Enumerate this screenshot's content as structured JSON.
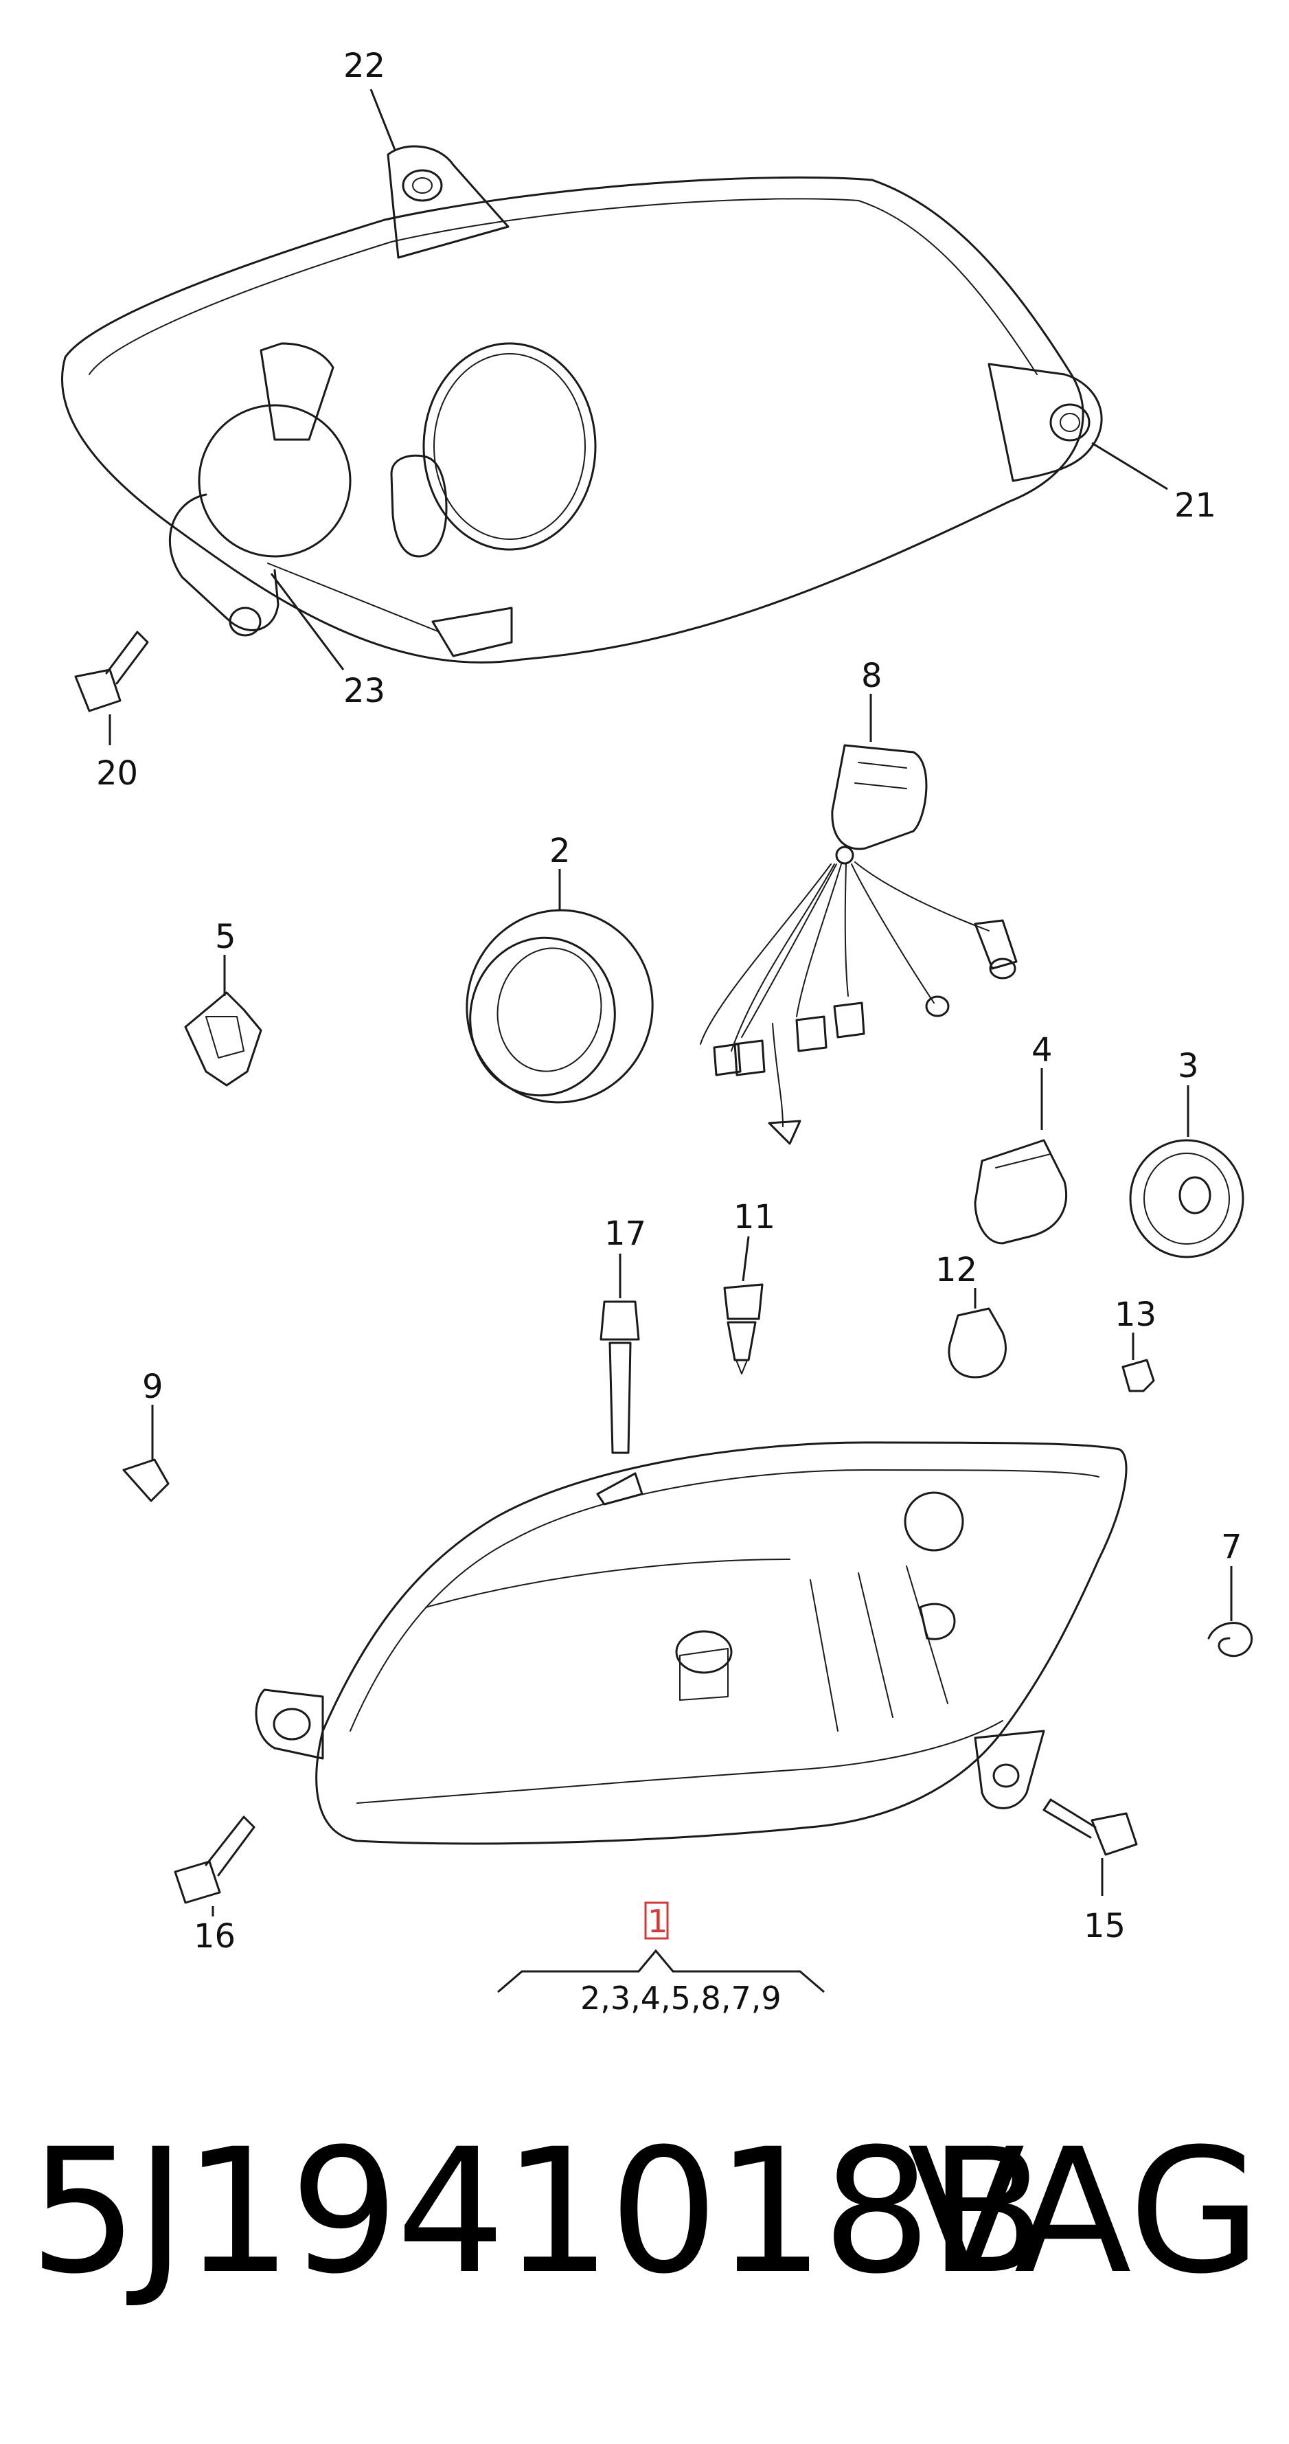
{
  "diagram": {
    "callouts": [
      {
        "id": "22",
        "text": "22"
      },
      {
        "id": "21",
        "text": "21"
      },
      {
        "id": "23",
        "text": "23"
      },
      {
        "id": "20",
        "text": "20"
      },
      {
        "id": "8",
        "text": "8"
      },
      {
        "id": "2",
        "text": "2"
      },
      {
        "id": "5",
        "text": "5"
      },
      {
        "id": "4",
        "text": "4"
      },
      {
        "id": "3",
        "text": "3"
      },
      {
        "id": "17",
        "text": "17"
      },
      {
        "id": "11",
        "text": "11"
      },
      {
        "id": "12",
        "text": "12"
      },
      {
        "id": "13",
        "text": "13"
      },
      {
        "id": "9",
        "text": "9"
      },
      {
        "id": "7",
        "text": "7"
      },
      {
        "id": "16",
        "text": "16"
      },
      {
        "id": "15",
        "text": "15"
      }
    ],
    "highlighted_item": "1",
    "assembly_note": "2,3,4,5,8,7,9"
  },
  "footer": {
    "part_number": "5J1941018B",
    "brand": "VAG"
  },
  "colors": {
    "line": "#1a1a1a",
    "highlight": "#d23a3a",
    "background": "#ffffff"
  }
}
